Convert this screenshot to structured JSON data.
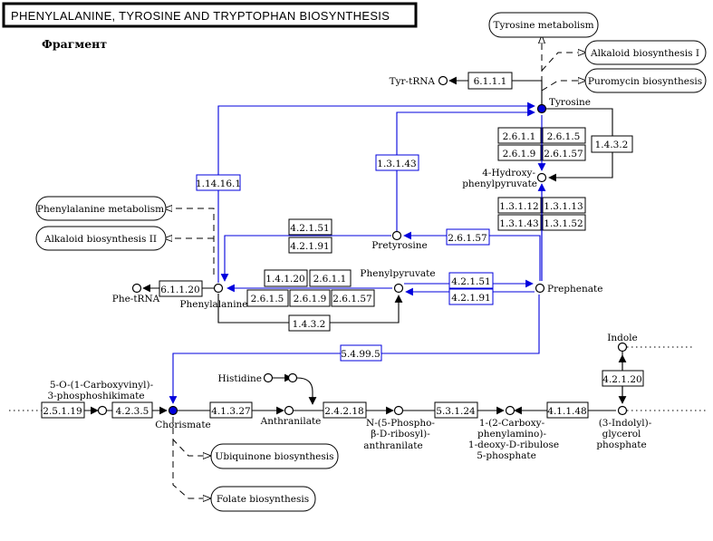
{
  "title": "PHENYLALANINE, TYROSINE AND TRYPTOPHAN BIOSYNTHESIS",
  "subtitle": "Фрагмент",
  "colors": {
    "enzyme_present": "#0000dd",
    "default": "#000000",
    "background": "#ffffff"
  },
  "pathways": {
    "tyrosine_metabolism": "Tyrosine metabolism",
    "alkaloid_biosynthesis_1": "Alkaloid biosynthesis I",
    "puromycin_biosynthesis": "Puromycin biosynthesis",
    "phenylalanine_metabolism": "Phenylalanine metabolism",
    "alkaloid_biosynthesis_2": "Alkaloid biosynthesis II",
    "ubiquinone_biosynthesis": "Ubiquinone biosynthesis",
    "folate_biosynthesis": "Folate biosynthesis"
  },
  "compounds": {
    "tyr_trna": "Tyr-tRNA",
    "tyrosine": "Tyrosine",
    "hppyruvate_1": "4-Hydroxy-",
    "hppyruvate_2": "phenylpyruvate",
    "pretyrosine": "Pretyrosine",
    "phenylpyruvate": "Phenylpyruvate",
    "prephenate": "Prephenate",
    "phe_trna": "Phe-tRNA",
    "phenylalanine": "Phenylalanine",
    "indole": "Indole",
    "cepsp_1": "5-O-(1-Carboxyvinyl)-",
    "cepsp_2": "3-phosphoshikimate",
    "histidine": "Histidine",
    "chorismate": "Chorismate",
    "anthranilate": "Anthranilate",
    "prpa_1": "N-(5-Phospho-",
    "prpa_2": "β-D-ribosyl)-",
    "prpa_3": "anthranilate",
    "cdrp_1": "1-(2-Carboxy-",
    "cdrp_2": "phenylamino)-",
    "cdrp_3": "1-deoxy-D-ribulose",
    "cdrp_4": "5-phosphate",
    "igp_1": "(3-Indolyl)-",
    "igp_2": "glycerol",
    "igp_3": "phosphate"
  },
  "enzymes": {
    "e6_1_1_1": "6.1.1.1",
    "e2_6_1_1_a": "2.6.1.1",
    "e2_6_1_5_a": "2.6.1.5",
    "e2_6_1_9_a": "2.6.1.9",
    "e2_6_1_57_a": "2.6.1.57",
    "e1_4_3_2_a": "1.4.3.2",
    "e1_3_1_43_a": "1.3.1.43",
    "e1_14_16_1": "1.14.16.1",
    "e1_3_1_12": "1.3.1.12",
    "e1_3_1_13": "1.3.1.13",
    "e1_3_1_43_b": "1.3.1.43",
    "e1_3_1_52": "1.3.1.52",
    "e4_2_1_51_a": "4.2.1.51",
    "e4_2_1_91_a": "4.2.1.91",
    "e2_6_1_57_b": "2.6.1.57",
    "e1_4_1_20": "1.4.1.20",
    "e2_6_1_1_b": "2.6.1.1",
    "e2_6_1_5_b": "2.6.1.5",
    "e2_6_1_9_b": "2.6.1.9",
    "e2_6_1_57_c": "2.6.1.57",
    "e4_2_1_51_b": "4.2.1.51",
    "e4_2_1_91_b": "4.2.1.91",
    "e6_1_1_20": "6.1.1.20",
    "e1_4_3_2_b": "1.4.3.2",
    "e5_4_99_5": "5.4.99.5",
    "e4_2_1_20": "4.2.1.20",
    "e2_5_1_19": "2.5.1.19",
    "e4_2_3_5": "4.2.3.5",
    "e4_1_3_27": "4.1.3.27",
    "e2_4_2_18": "2.4.2.18",
    "e5_3_1_24": "5.3.1.24",
    "e4_1_1_48": "4.1.1.48"
  }
}
